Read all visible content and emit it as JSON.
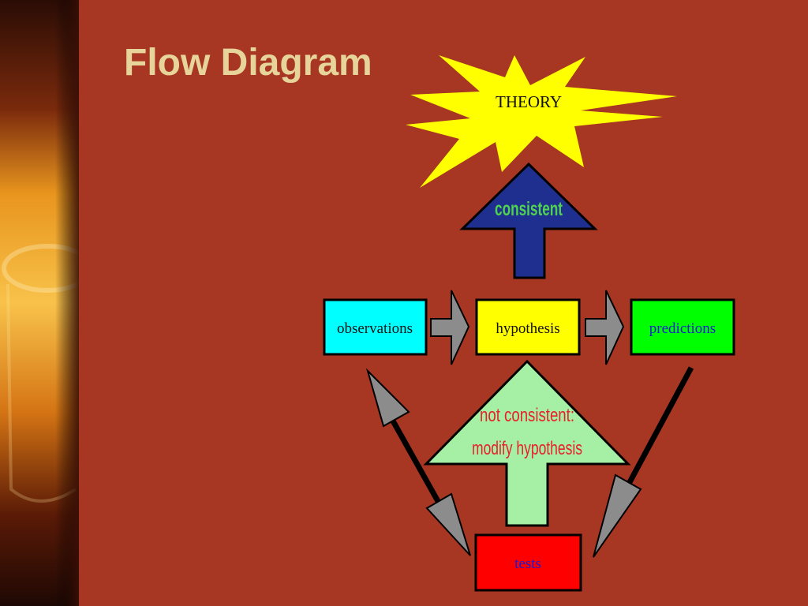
{
  "slide": {
    "title": "Flow Diagram"
  },
  "diagram": {
    "theory": {
      "label": "THEORY",
      "color": "#ffff00"
    },
    "consistent": {
      "label": "consistent",
      "arrow_color": "#1f2f8f",
      "text_color": "#4fd24f"
    },
    "observations": {
      "label": "observations",
      "color": "#00ffff"
    },
    "hypothesis": {
      "label": "hypothesis",
      "color": "#ffff00"
    },
    "predictions": {
      "label": "predictions",
      "color": "#00ff00",
      "text_color": "#1a1ad6"
    },
    "not_consistent": {
      "line1": "not consistent:",
      "line2": "modify hypothesis",
      "arrow_color": "#a6f0a6",
      "text_color": "#e8202a"
    },
    "tests": {
      "label": "tests",
      "color": "#ff0000",
      "text_color": "#1a1ad6"
    }
  },
  "colors": {
    "background": "#a73623",
    "title": "#e6d49a",
    "gray_arrow": "#8c8c8c"
  }
}
